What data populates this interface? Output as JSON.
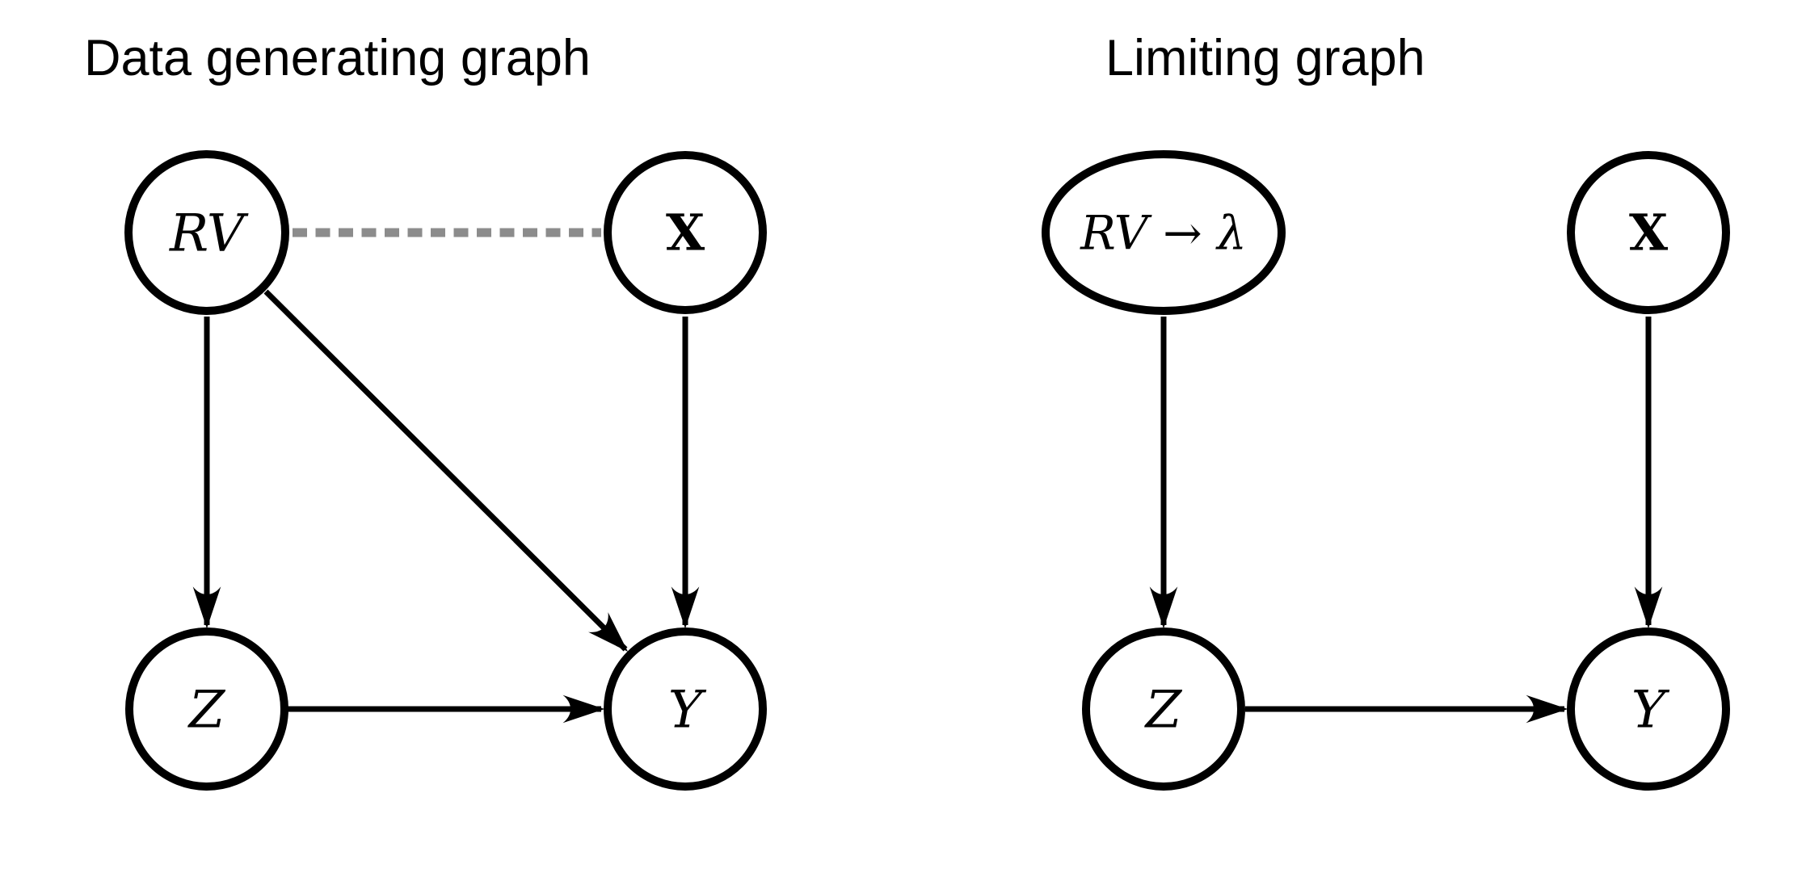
{
  "figure": {
    "background": "#ffffff",
    "colors": {
      "node_stroke": "#000000",
      "edge": "#000000",
      "dashed_edge": "#8c8c8c",
      "text": "#000000"
    }
  },
  "left_graph": {
    "title": "Data generating graph",
    "nodes": {
      "rv": {
        "label": "RV",
        "shape": "circle"
      },
      "x": {
        "label": "X",
        "shape": "circle"
      },
      "z": {
        "label": "Z",
        "shape": "circle"
      },
      "y": {
        "label": "Y",
        "shape": "circle"
      }
    },
    "edges": [
      {
        "from": "RV",
        "to": "X",
        "directed": false,
        "style": "dashed",
        "color": "#8c8c8c"
      },
      {
        "from": "RV",
        "to": "Z",
        "directed": true,
        "style": "solid",
        "color": "#000000"
      },
      {
        "from": "RV",
        "to": "Y",
        "directed": true,
        "style": "solid",
        "color": "#000000"
      },
      {
        "from": "X",
        "to": "Y",
        "directed": true,
        "style": "solid",
        "color": "#000000"
      },
      {
        "from": "Z",
        "to": "Y",
        "directed": true,
        "style": "solid",
        "color": "#000000"
      }
    ]
  },
  "right_graph": {
    "title": "Limiting graph",
    "nodes": {
      "rv_lambda": {
        "label": "RV → λ",
        "shape": "ellipse"
      },
      "x": {
        "label": "X",
        "shape": "circle"
      },
      "z": {
        "label": "Z",
        "shape": "circle"
      },
      "y": {
        "label": "Y",
        "shape": "circle"
      }
    },
    "edges": [
      {
        "from": "RV → λ",
        "to": "Z",
        "directed": true,
        "style": "solid",
        "color": "#000000"
      },
      {
        "from": "X",
        "to": "Y",
        "directed": true,
        "style": "solid",
        "color": "#000000"
      },
      {
        "from": "Z",
        "to": "Y",
        "directed": true,
        "style": "solid",
        "color": "#000000"
      }
    ]
  }
}
